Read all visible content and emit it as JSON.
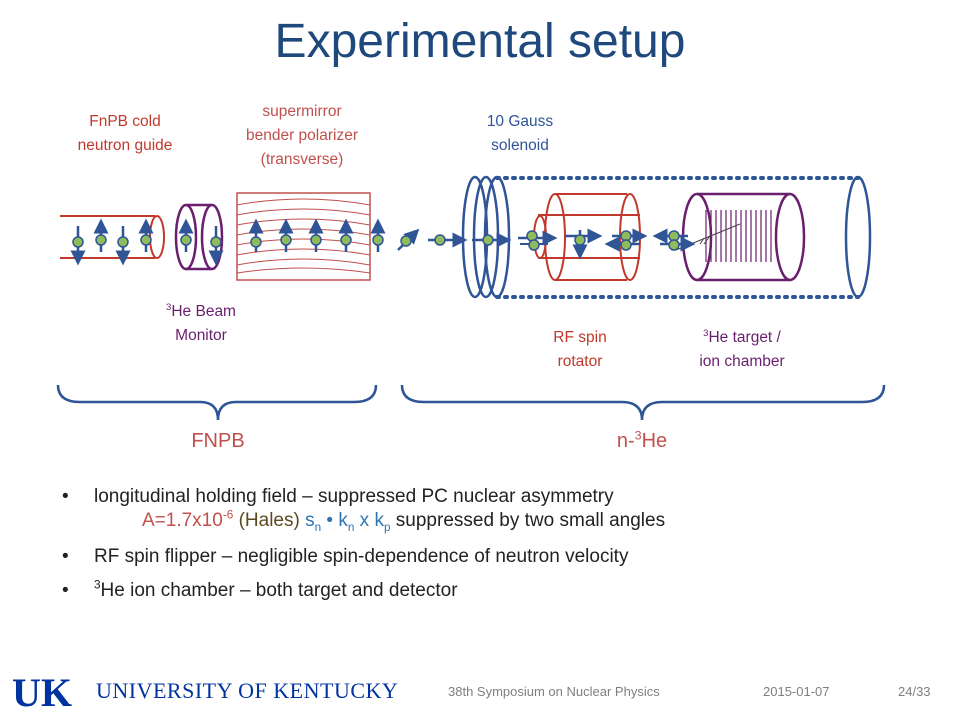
{
  "slide": {
    "title": "Experimental setup"
  },
  "labels": {
    "guide_line1": "FnPB cold",
    "guide_line2": "neutron guide",
    "polarizer_line1": "supermirror",
    "polarizer_line2": "bender polarizer",
    "polarizer_line3": "(transverse)",
    "solenoid_line1": "10 Gauss",
    "solenoid_line2": "solenoid",
    "monitor_line1_sup": "3",
    "monitor_line1": "He Beam",
    "monitor_line2": "Monitor",
    "rf_line1": "RF spin",
    "rf_line2": "rotator",
    "target_line1_sup": "3",
    "target_line1": "He target /",
    "target_line2": "ion chamber",
    "brace_left": "FNPB",
    "brace_right_pre": "n-",
    "brace_right_sup": "3",
    "brace_right_post": "He"
  },
  "bullets": {
    "b1": "longitudinal holding field – suppressed PC nuclear asymmetry",
    "b1_sub_a_pre": "A=1.7x10",
    "b1_sub_a_exp": "-6",
    "b1_sub_hales": " (Hales) ",
    "b1_sub_s": "s",
    "b1_sub_s_n": "n",
    "b1_sub_dot": " • ",
    "b1_sub_k": "k",
    "b1_sub_k_n": "n",
    "b1_sub_x": " x ",
    "b1_sub_k2": "k",
    "b1_sub_k_p": "p",
    "b1_sub_rest": "  suppressed by two small angles",
    "b2": "RF spin flipper – negligible spin-dependence of neutron velocity",
    "b3_sup": "3",
    "b3": "He ion chamber – both target and detector",
    "bullet_char": "•"
  },
  "footer": {
    "university": "UNIVERSITY OF KENTUCKY",
    "logo_text": "UK",
    "conference": "38th Symposium on Nuclear Physics",
    "date": "2015-01-07",
    "page": "24/33"
  },
  "colors": {
    "title": "#1f497d",
    "guide": "#c0392b",
    "monitor": "#6a1e6e",
    "solenoid": "#2f5597",
    "neutron_fill": "#8fbc5a",
    "spin_arrow": "#2f5597",
    "uk_blue": "#0033a0"
  }
}
